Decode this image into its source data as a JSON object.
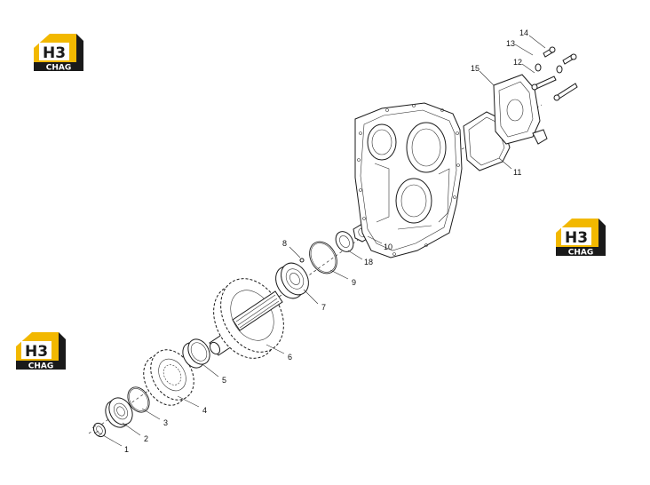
{
  "brand": {
    "logo_mark": "H3",
    "logo_text": "CHAG",
    "accent_color": "#F2B800",
    "dark_color": "#1a1a1a"
  },
  "callouts": [
    {
      "id": "1",
      "label": "1"
    },
    {
      "id": "2",
      "label": "2"
    },
    {
      "id": "3",
      "label": "3"
    },
    {
      "id": "4",
      "label": "4"
    },
    {
      "id": "5",
      "label": "5"
    },
    {
      "id": "6",
      "label": "6"
    },
    {
      "id": "7",
      "label": "7"
    },
    {
      "id": "8",
      "label": "8"
    },
    {
      "id": "9",
      "label": "9"
    },
    {
      "id": "10",
      "label": "10"
    },
    {
      "id": "11",
      "label": "11"
    },
    {
      "id": "12",
      "label": "12"
    },
    {
      "id": "13",
      "label": "13"
    },
    {
      "id": "14",
      "label": "14"
    },
    {
      "id": "15",
      "label": "15"
    },
    {
      "id": "18",
      "label": "18"
    }
  ]
}
